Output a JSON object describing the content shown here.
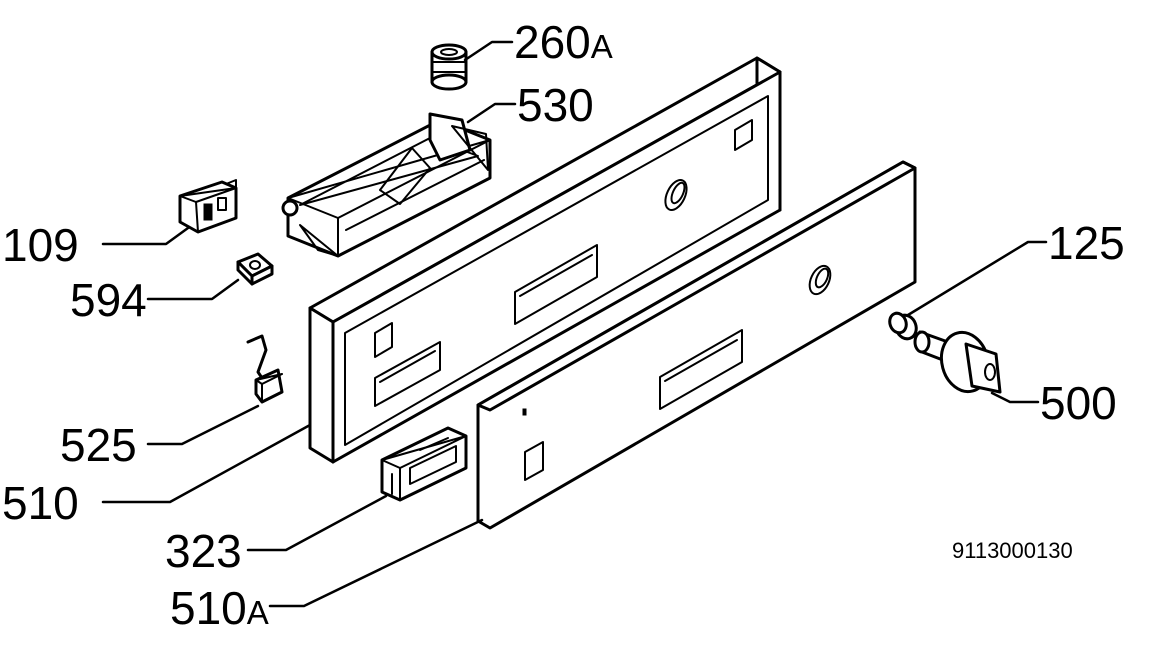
{
  "labels": {
    "p260a": {
      "num": "260",
      "suffix": "A"
    },
    "p530": {
      "num": "530"
    },
    "p109": {
      "num": "109"
    },
    "p594": {
      "num": "594"
    },
    "p525": {
      "num": "525"
    },
    "p510": {
      "num": "510"
    },
    "p323": {
      "num": "323"
    },
    "p510a": {
      "num": "510",
      "suffix": "A"
    },
    "p125": {
      "num": "125"
    },
    "p500": {
      "num": "500"
    }
  },
  "document_number": "9113000130"
}
